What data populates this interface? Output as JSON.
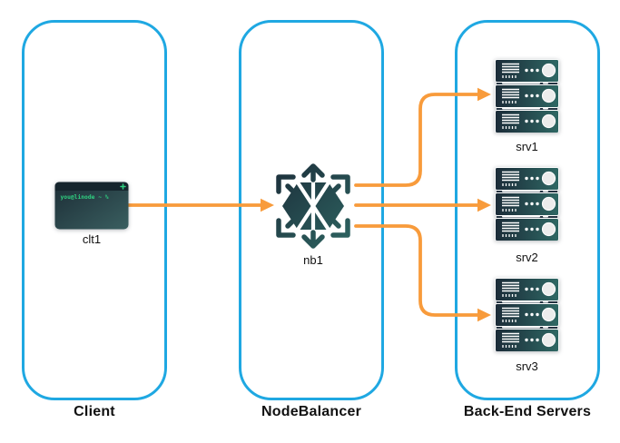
{
  "diagram": {
    "columns": [
      {
        "id": "client",
        "title": "Client",
        "nodes": [
          {
            "id": "clt1",
            "label": "clt1",
            "icon": "terminal-icon"
          }
        ]
      },
      {
        "id": "nodebalancer",
        "title": "NodeBalancer",
        "nodes": [
          {
            "id": "nb1",
            "label": "nb1",
            "icon": "nodebalancer-icon"
          }
        ]
      },
      {
        "id": "backend",
        "title": "Back-End Servers",
        "nodes": [
          {
            "id": "srv1",
            "label": "srv1",
            "icon": "server-stack-icon"
          },
          {
            "id": "srv2",
            "label": "srv2",
            "icon": "server-stack-icon"
          },
          {
            "id": "srv3",
            "label": "srv3",
            "icon": "server-stack-icon"
          }
        ]
      }
    ],
    "terminal": {
      "prompt": "you@linode ~ %"
    },
    "edges": [
      {
        "from": "clt1",
        "to": "nb1"
      },
      {
        "from": "nb1",
        "to": "srv1"
      },
      {
        "from": "nb1",
        "to": "srv2"
      },
      {
        "from": "nb1",
        "to": "srv3"
      }
    ],
    "colors": {
      "column_border": "#1FA8E2",
      "arrow": "#F89B3B",
      "node_dark": "#1B2B38",
      "node_teal": "#2F6864",
      "terminal_green": "#2FD180"
    }
  }
}
